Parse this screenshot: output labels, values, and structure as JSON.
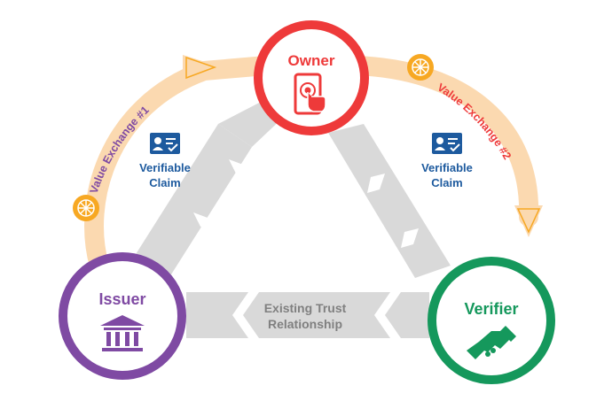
{
  "nodes": {
    "owner": {
      "label": "Owner",
      "color": "#ee3a3a",
      "icon": "touch-phone-icon"
    },
    "issuer": {
      "label": "Issuer",
      "color": "#7f4aa3",
      "icon": "bank-building-icon"
    },
    "verifier": {
      "label": "Verifier",
      "color": "#15985c",
      "icon": "handshake-icon"
    }
  },
  "claims": {
    "left": {
      "line1": "Verifiable",
      "line2": "Claim",
      "icon": "id-card-check-icon"
    },
    "right": {
      "line1": "Verifiable",
      "line2": "Claim",
      "icon": "id-card-check-icon"
    }
  },
  "trust": {
    "line1": "Existing Trust",
    "line2": "Relationship"
  },
  "value_exchange": {
    "left": {
      "label": "Value Exchange #1",
      "color": "#7f4aa3"
    },
    "right": {
      "label": "Value Exchange #2",
      "color": "#ee3a3a"
    }
  },
  "colors": {
    "arc": "#fbd9b0",
    "arrow_gray": "#d9d9d9",
    "coin": "#f7a823",
    "claim_blue": "#1d5a9e",
    "trust_text": "#808080"
  }
}
